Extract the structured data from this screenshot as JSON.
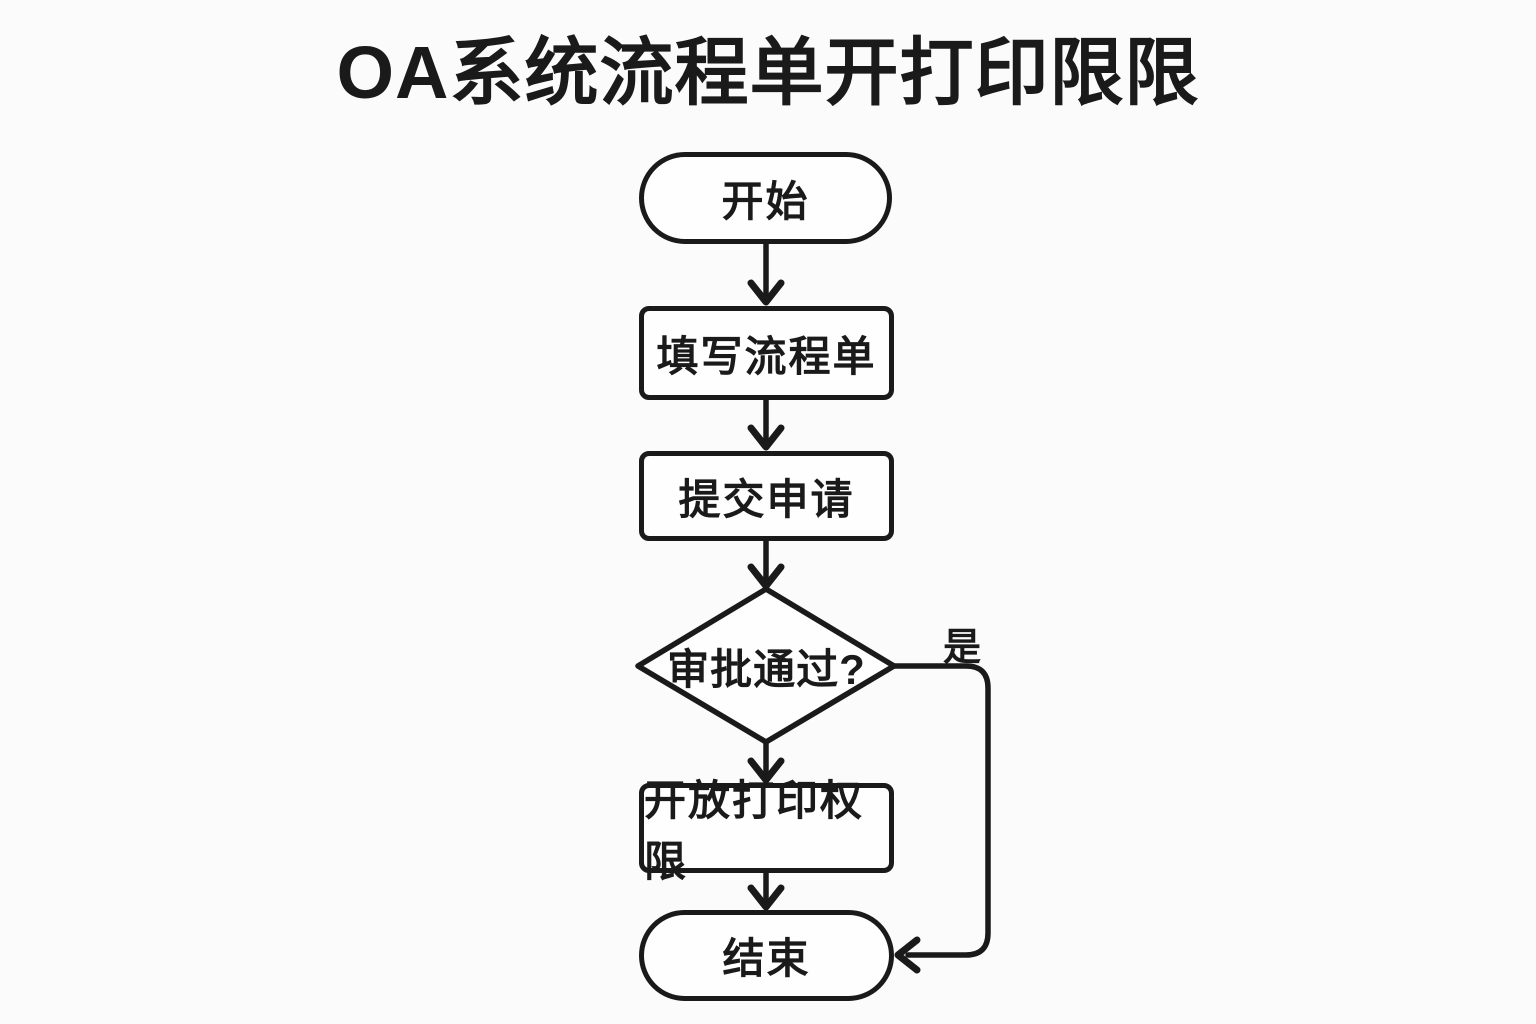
{
  "title": "OA系统流程单开打印限限",
  "flowchart": {
    "type": "flowchart",
    "direction": "top-down",
    "nodes": [
      {
        "id": "start",
        "type": "terminator",
        "label": "开始"
      },
      {
        "id": "fill",
        "type": "process",
        "label": "填写流程单"
      },
      {
        "id": "submit",
        "type": "process",
        "label": "提交申请"
      },
      {
        "id": "decision",
        "type": "decision",
        "label": "审批通过?"
      },
      {
        "id": "grant",
        "type": "process",
        "label": "开放打印权限"
      },
      {
        "id": "end",
        "type": "terminator",
        "label": "结束"
      }
    ],
    "edges": [
      {
        "from": "start",
        "to": "fill",
        "label": ""
      },
      {
        "from": "fill",
        "to": "submit",
        "label": ""
      },
      {
        "from": "submit",
        "to": "decision",
        "label": ""
      },
      {
        "from": "decision",
        "to": "grant",
        "label": ""
      },
      {
        "from": "grant",
        "to": "end",
        "label": ""
      },
      {
        "from": "decision",
        "to": "end",
        "label": "是",
        "route": "right-side-loop"
      }
    ]
  },
  "colors": {
    "background": "#fbfbfb",
    "stroke": "#1a1a1a",
    "node_fill": "#fefefe",
    "text": "#1a1a1a"
  }
}
